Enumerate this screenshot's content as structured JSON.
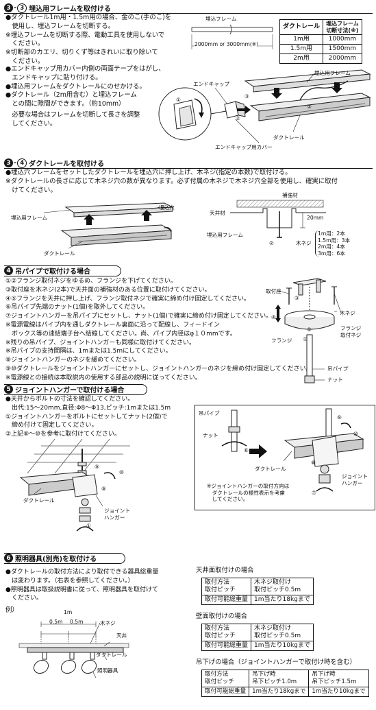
{
  "s3": {
    "num": "3",
    "sub": "3",
    "title": "埋込用フレームを取付ける",
    "lines": [
      "●ダクトレール1m用・1.5m用の場合、金のこ(手のこ)を",
      "　使用し、埋込フレームを切断する。",
      "※埋込フレームを切断する際、電動工具を使用しないで",
      "　ください。",
      "※切断部のカエリ、切りくず等はきれいに取り除いて",
      "　ください。"
    ],
    "frame_label": "埋込フレーム",
    "length_label": "2000mm or 3000mm(※)",
    "table": {
      "h1": "ダクトレール",
      "h2a": "埋込フレーム",
      "h2b": "切断寸法(※)",
      "rows": [
        {
          "a": "1m用",
          "b": "1000mm"
        },
        {
          "a": "1.5m用",
          "b": "1500mm"
        },
        {
          "a": "2m用",
          "b": "2000mm"
        }
      ]
    },
    "lines2": [
      "●エンドキャップ用カバー内側の両面テープをはがし、",
      "　エンドキャップに貼り付ける。",
      "●埋込用フレームをダクトレールにのせかける。",
      "●ダクトレール（2m用含む）と埋込フレーム",
      "　との間に隙間ができます。（約10mm）",
      "　必要な場合はフレームを切断して長さを調整",
      "　してください。"
    ],
    "fig": {
      "frame": "埋込用フレーム",
      "endcap": "エンドキャップ",
      "duct": "ダクトレール",
      "cover": "エンドキャップ用カバー",
      "n1": "①",
      "n2": "②",
      "n3": "③"
    }
  },
  "s4sub": {
    "num": "3",
    "sub": "4",
    "title": "ダクトレールを取付ける",
    "lines": [
      "●埋込穴フレームをセットしたダクトレールを埋込穴に押し上げ、木ネジ(指定の本数)で取付ける。",
      "※ダクトレールの長さに応じて木ネジ穴の数が異なります。必ず付属の木ネジで木ネジ穴全部を使用し、確実に取付",
      "　けてください。"
    ],
    "fig": {
      "hole": "埋込穴",
      "frame": "埋込用フレーム",
      "duct": "ダクトレール",
      "reinforce": "補強材",
      "ceiling": "天井材",
      "dim": "20mm",
      "frame2": "埋込用フレーム",
      "screw": "木ネジ",
      "n2": "②",
      "counts": [
        "1m用：2本",
        "1.5m用：3本",
        "2m用：4本",
        "3m用：6本"
      ]
    }
  },
  "s4": {
    "num": "4",
    "title": "吊パイプで取付ける場合",
    "lines": [
      "①②フランジ取付ネジをゆるめ、フランジを下げてください。",
      "③取付座を木ネジ(2本)で天井面の補強材のある位置に取付けてください。",
      "④⑤フランジを天井に押し上げ、フランジ取付ネジで確実に締め付け固定してください。",
      "⑥吊パイプ先端のナット(1個)を取外してください。",
      "⑦ジョイントハンガーを吊パイプにセットし、ナット(1個)で確実に締め付け固定してください。",
      "※電源電線はパイプ内を通しダクトレール裏面に沿って配線し、フィードイン",
      "　ボックス等の速結端子台へ結線してください。尚、パイプ内径はφ１０mmです。",
      "※残りの吊パイプ、ジョイントハンガーも同様に取付けてください。",
      "※吊パイプの支持間隔は、1mまたは1.5mにしてください。",
      "⑧ジョイントハンガーのネジを緩めてください。",
      "⑨⑩ダクトレールをジョイントハンガーにセットし、ジョイントハンガーのネジを締め付け固定してください。",
      "※電源線との接続は本取説内の使用する部品の説明に従ってください。"
    ],
    "fig": {
      "mount": "取付座",
      "screw": "木ネジ",
      "flange_screw_a": "フランジ",
      "flange_screw_b": "取付ネジ",
      "flange": "フランジ",
      "pipe": "吊パイプ",
      "nut": "ナット",
      "n1": "①",
      "n3": "③",
      "n4": "④",
      "n5": "⑤"
    }
  },
  "s5": {
    "num": "5",
    "title": "ジョイントハンガーで取付ける場合",
    "lines": [
      "●天井からボルトの寸法を確認してください。",
      "　出代:15～20mm,直径:Φ8～Φ13,ピッチ:1mまたは1.5m",
      "①ジョイントハンガーをボルトにセットしてナット(2個)で",
      "　締め付けて固定してください。",
      "②上記⑧～⑩を参考に取付けてください。"
    ],
    "fig_left": {
      "duct": "ダクトレール",
      "joint_a": "ジョイント",
      "joint_b": "ハンガー",
      "n1": "①",
      "n8": "⑧",
      "n9": "⑨",
      "n10": "⑩"
    },
    "fig_right": {
      "pipe": "吊パイプ",
      "nut": "ナット",
      "duct": "ダクトレール",
      "joint_a": "ジョイント",
      "joint_b": "ハンガー",
      "n6": "⑥",
      "n7": "⑦",
      "n8": "⑧",
      "n9": "⑨",
      "n10": "⑩",
      "note": [
        "※ジョイントハンガーの取付方向は",
        "　ダクトレールの極性表示を考慮",
        "　してください。"
      ]
    }
  },
  "s6": {
    "num": "6",
    "title": "照明器具(別売)を取付ける",
    "lines": [
      "●ダクトレールの取付方法により取付できる器具総重量",
      "　は変わります。（右表を参照してください。）",
      "●照明器具は取扱説明書に従って、照明器具を取付けて",
      "　ください。"
    ],
    "example": "例）",
    "fig": {
      "m1": "1m",
      "m05a": "0.5m",
      "m05b": "0.5m",
      "screw": "木ネジ",
      "ceiling": "天井",
      "duct": "ダクトレール",
      "fixture": "照明器具"
    },
    "t1": {
      "caption": "天井面取付けの場合",
      "r1a": "取付方法",
      "r1b": "取付ピッチ",
      "r1c": "木ネジ取付け",
      "r1d": "取付ピッチ0.5m",
      "r2a": "取付可能総重量",
      "r2b": "1m当たり18kgまで"
    },
    "t2": {
      "caption": "壁面取付けの場合",
      "r1a": "取付方法",
      "r1b": "取付ピッチ",
      "r1c": "木ネジ取付け",
      "r1d": "取付ピッチ0.5m",
      "r2a": "取付可能総重量",
      "r2b": "1m当たり10kgまで"
    },
    "t3": {
      "caption": "吊下げの場合（ジョイントハンガーで取付け時を含む）",
      "r1a": "取付方法",
      "r1b": "取付ピッチ",
      "r1c": "吊下げ時",
      "r1d": "吊下ピッチ1.0m",
      "r1e": "吊下げ時",
      "r1f": "吊下ピッチ1.5m",
      "r2a": "取付可能総重量",
      "r2b": "1m当たり18kgまで",
      "r2c": "1m当たり10kgまで"
    }
  }
}
